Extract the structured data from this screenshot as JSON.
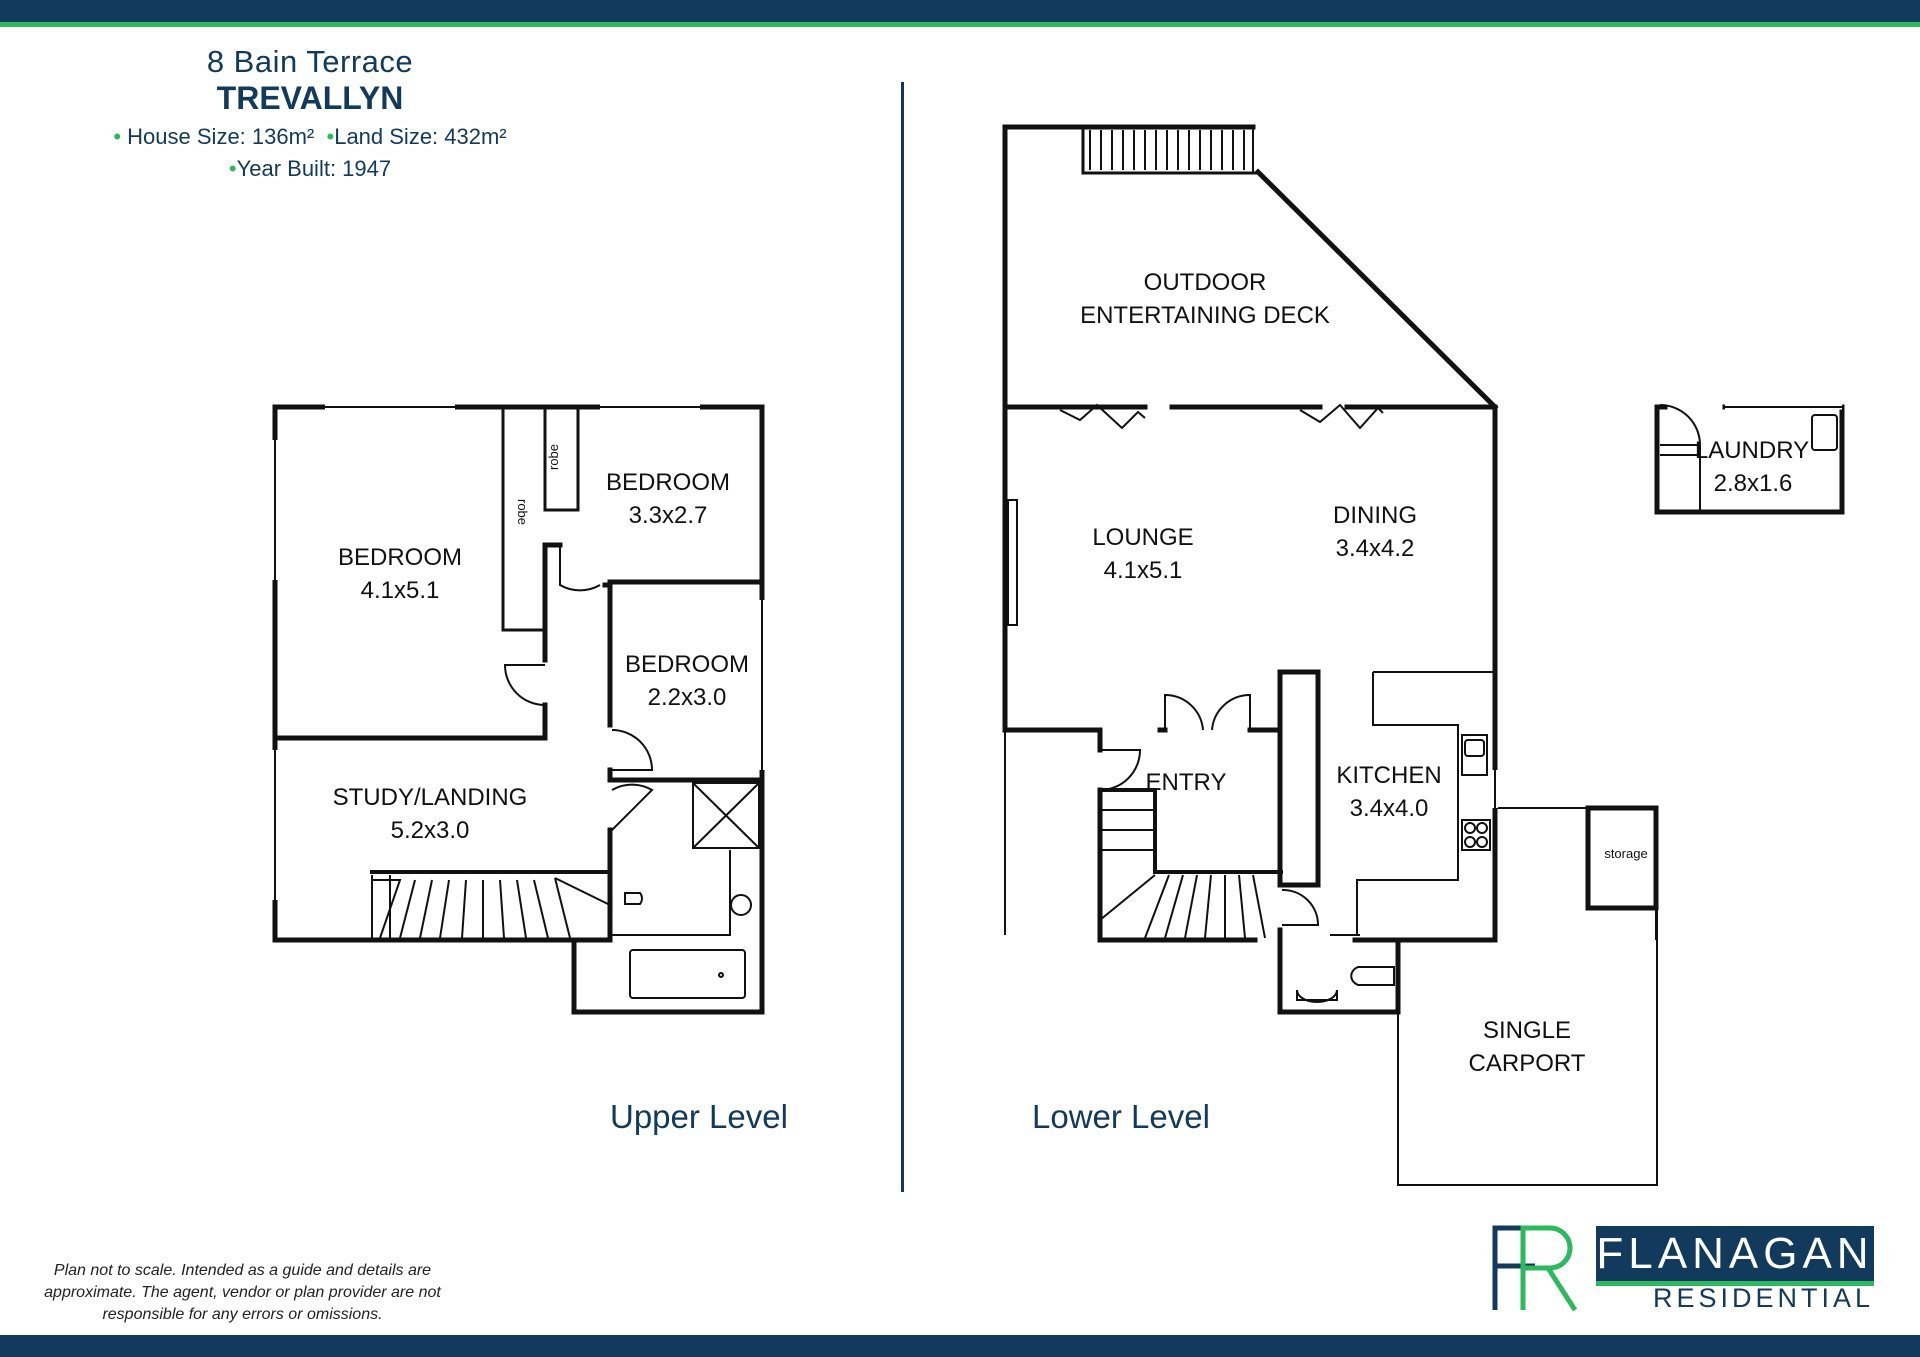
{
  "header": {
    "address": "8 Bain Terrace",
    "suburb": "TREVALLYN",
    "house_size": "House Size: 136m²",
    "land_size": "Land Size: 432m²",
    "year_built": "Year Built: 1947"
  },
  "rooms": {
    "bedroom1_name": "BEDROOM",
    "bedroom1_size": "4.1x5.1",
    "bedroom2_name": "BEDROOM",
    "bedroom2_size": "3.3x2.7",
    "bedroom3_name": "BEDROOM",
    "bedroom3_size": "2.2x3.0",
    "study_name": "STUDY/LANDING",
    "study_size": "5.2x3.0",
    "robe1": "robe",
    "robe2": "robe",
    "deck_line1": "OUTDOOR",
    "deck_line2": "ENTERTAINING DECK",
    "lounge_name": "LOUNGE",
    "lounge_size": "4.1x5.1",
    "dining_name": "DINING",
    "dining_size": "3.4x4.2",
    "entry_name": "ENTRY",
    "kitchen_name": "KITCHEN",
    "kitchen_size": "3.4x4.0",
    "laundry_name": "LAUNDRY",
    "laundry_size": "2.8x1.6",
    "storage": "storage",
    "carport_line1": "SINGLE",
    "carport_line2": "CARPORT"
  },
  "levels": {
    "upper": "Upper Level",
    "lower": "Lower Level"
  },
  "disclaimer": "Plan not to scale. Intended as a guide and details are approximate. The agent, vendor or plan provider are not responsible for any errors or omissions.",
  "logo": {
    "mark": "FR",
    "name": "FLANAGAN",
    "sub": "RESIDENTIAL"
  },
  "colors": {
    "navy": "#113a5c",
    "green": "#2dba5e"
  }
}
